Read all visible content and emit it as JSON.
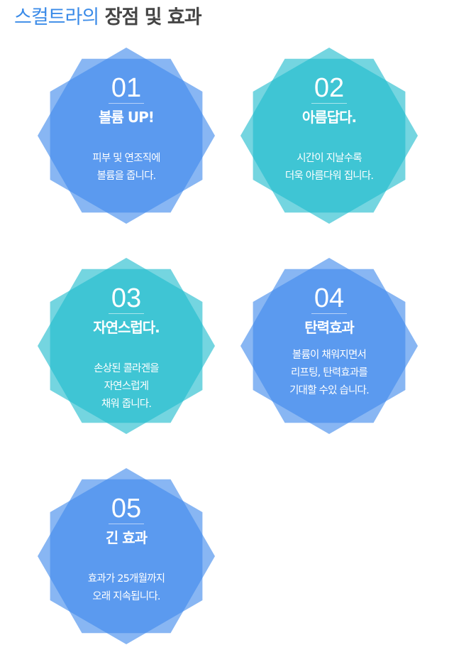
{
  "heading": {
    "highlight": "스컬트라의",
    "rest": " 장점 및 효과"
  },
  "colors": {
    "blue": "#3f89ec",
    "teal": "#1fbccd",
    "heading_blue": "#3b8be8"
  },
  "cards": [
    {
      "number": "01",
      "title": "볼륨 UP!",
      "lines": [
        "피부 및 연조직에",
        "볼륨을 줍니다."
      ]
    },
    {
      "number": "02",
      "title": "아름답다.",
      "lines": [
        "시간이 지날수록",
        "더욱 아름다워 집니다."
      ]
    },
    {
      "number": "03",
      "title": "자연스럽다.",
      "lines": [
        "손상된 콜라겐을",
        "자연스럽게",
        "채워 줍니다."
      ]
    },
    {
      "number": "04",
      "title": "탄력효과",
      "lines": [
        "볼륨이 채워지면서",
        "리프팅, 탄력효과를",
        "기대할 수있 습니다."
      ]
    },
    {
      "number": "05",
      "title": "긴 효과",
      "lines": [
        "효과가 25개월까지",
        "오래 지속됩니다."
      ]
    }
  ]
}
